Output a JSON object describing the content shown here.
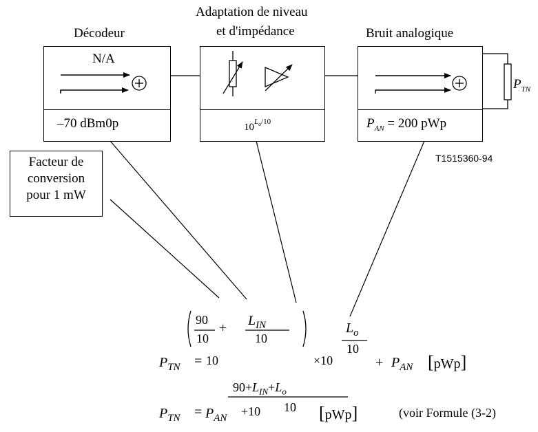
{
  "blocks": {
    "decoder": {
      "title": "Décodeur",
      "inner": "N/A",
      "value": "–70 dBm0p"
    },
    "adaptation": {
      "title_line1": "Adaptation de niveau",
      "title_line2": "et d'impédance",
      "value_base": "10",
      "value_exp": "L",
      "value_exp_sub": "o",
      "value_exp_rest": "/10"
    },
    "analog": {
      "title": "Bruit analogique",
      "value_p": "P",
      "value_sub": "AN",
      "value_rest": " = 200 pWp"
    }
  },
  "load_label": {
    "p": "P",
    "sub": "TN"
  },
  "figure_id": "T1515360-94",
  "factor_box": {
    "line1": "Facteur de",
    "line2": "conversion",
    "line3": "pour 1 mW"
  },
  "formula1": {
    "lhs_p": "P",
    "lhs_sub": "TN",
    "eq": "=",
    "ten": "10",
    "frac_num": "90",
    "frac_den": "10",
    "plus": "+",
    "l_num": "L",
    "l_num_sub": "IN",
    "l_den": "10",
    "times": "×10",
    "lo_num": "L",
    "lo_num_sub": "o",
    "lo_den": "10",
    "plus2": "+",
    "pan_p": "P",
    "pan_sub": "AN",
    "unit": "pWp"
  },
  "formula2": {
    "lhs_p": "P",
    "lhs_sub": "TN",
    "eq": "=",
    "pan_p": "P",
    "pan_sub": "AN",
    "plus_ten": "+10",
    "exp_num_a": "90+",
    "exp_num_l": "L",
    "exp_num_lsub": "IN",
    "exp_num_plus": "+",
    "exp_num_lo": "L",
    "exp_num_losub": "o",
    "exp_den": "10",
    "unit": "pWp",
    "note": "(voir Formule (3-2)"
  }
}
